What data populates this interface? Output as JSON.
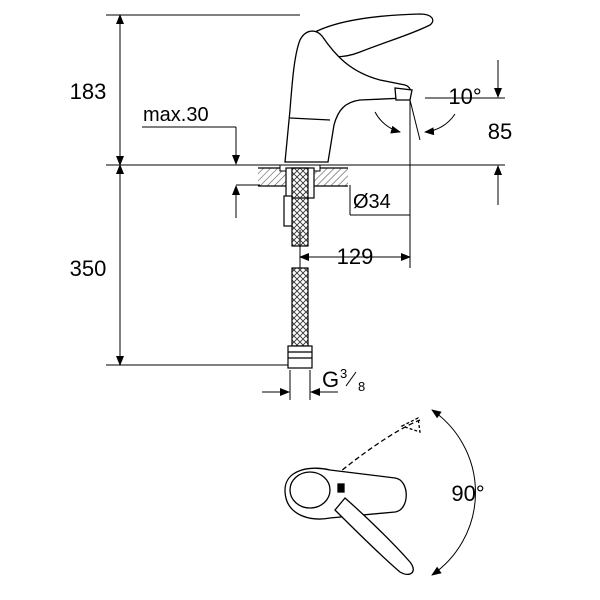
{
  "dimensions": {
    "height_top": "183",
    "height_bottom": "350",
    "max_thickness": "max.30",
    "angle_spout": "10°",
    "spout_height": "85",
    "hole_diameter": "Ø34",
    "reach": "129",
    "thread_letter": "G",
    "thread_num": "3",
    "thread_den": "8",
    "lever_rotation": "90°"
  },
  "colors": {
    "line": "#000000",
    "hatch": "#555555",
    "background": "#ffffff"
  }
}
